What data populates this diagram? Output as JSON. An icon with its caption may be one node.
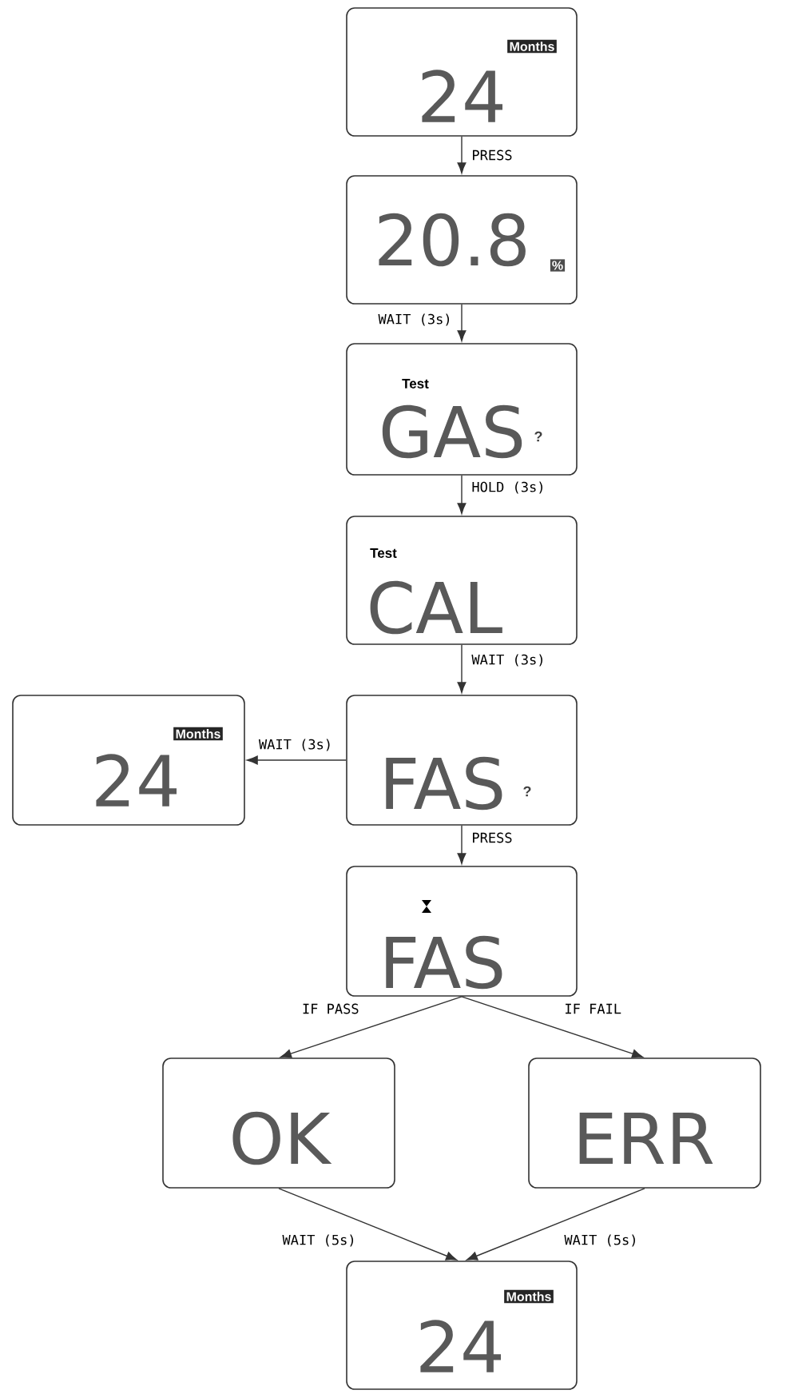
{
  "diagram": {
    "nodes": [
      {
        "text": [
          "Months",
          "24"
        ]
      },
      {
        "text": [
          "20.8",
          "%"
        ]
      },
      {
        "text": [
          "Test",
          "GAS",
          "?"
        ]
      },
      {
        "text": [
          "Test",
          "CAL"
        ]
      },
      {
        "text": [
          "Months",
          "24"
        ]
      },
      {
        "text": [
          "FAS",
          "?"
        ]
      },
      {
        "text": [
          "FAS"
        ]
      },
      {
        "text": [
          "OK"
        ]
      },
      {
        "text": [
          "ERR"
        ]
      },
      {
        "text": [
          "Months",
          "24"
        ]
      }
    ],
    "edges": [
      {
        "from": 0,
        "to": 1,
        "arrow": "to",
        "label": "PRESS"
      },
      {
        "from": 1,
        "to": 2,
        "arrow": "to",
        "label": "WAIT (3s)"
      },
      {
        "from": 2,
        "to": 3,
        "arrow": "to",
        "label": "HOLD (3s)"
      },
      {
        "from": 3,
        "to": 5,
        "arrow": "to",
        "label": "WAIT (3s)"
      },
      {
        "from": 5,
        "to": 4,
        "arrow": "to",
        "label": "WAIT (3s)"
      },
      {
        "from": 5,
        "to": 6,
        "arrow": "to",
        "label": "PRESS"
      },
      {
        "from": 6,
        "to": 7,
        "arrow": "to",
        "label": "IF PASS"
      },
      {
        "from": 6,
        "to": 8,
        "arrow": "to",
        "label": "IF FAIL"
      },
      {
        "from": 7,
        "to": 9,
        "arrow": "to",
        "label": "WAIT (5s)"
      },
      {
        "from": 8,
        "to": 9,
        "arrow": "to",
        "label": "WAIT (5s)"
      }
    ]
  }
}
